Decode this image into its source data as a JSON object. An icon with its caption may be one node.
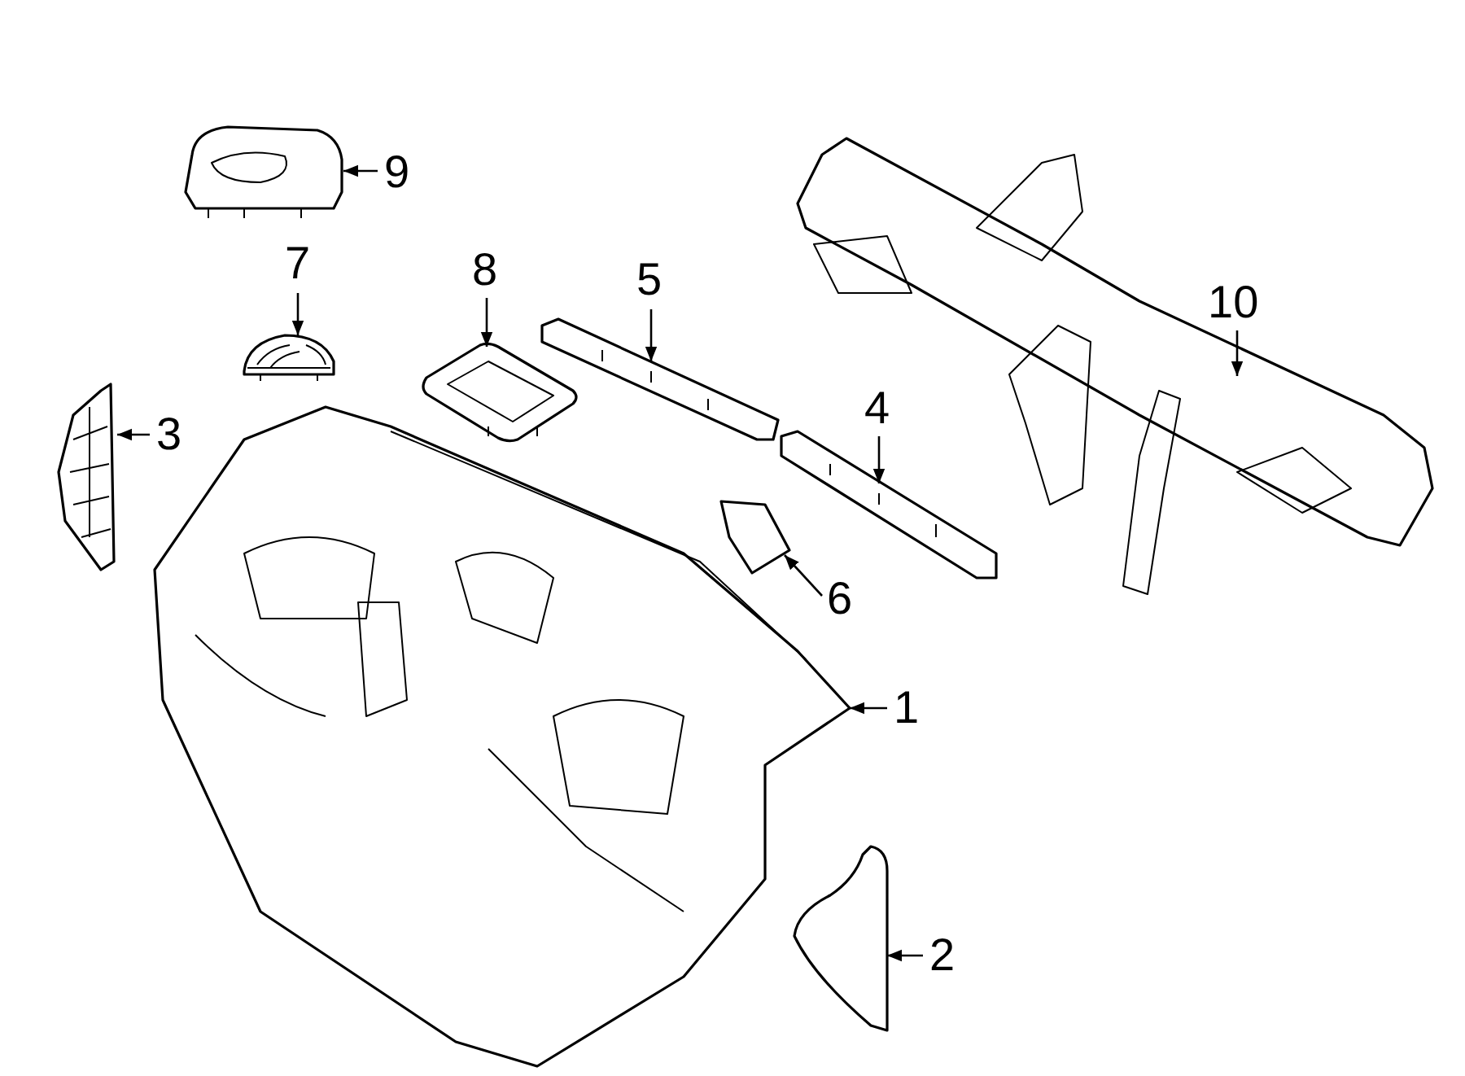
{
  "diagram": {
    "nodes": [
      {
        "text": [
          "9"
        ]
      },
      {
        "text": [],
        "shape": "picture"
      },
      {
        "text": [
          "7"
        ]
      },
      {
        "text": [],
        "shape": "picture"
      },
      {
        "text": [
          "8"
        ]
      },
      {
        "text": [],
        "shape": "picture"
      },
      {
        "text": [
          "5"
        ]
      },
      {
        "text": [],
        "shape": "picture"
      },
      {
        "text": [
          "10"
        ]
      },
      {
        "text": [],
        "shape": "picture"
      },
      {
        "text": [
          "3"
        ]
      },
      {
        "text": [],
        "shape": "picture"
      },
      {
        "text": [
          "4"
        ]
      },
      {
        "text": [],
        "shape": "picture"
      },
      {
        "text": [
          "6"
        ]
      },
      {
        "text": [],
        "shape": "picture"
      },
      {
        "text": [
          "1"
        ]
      },
      {
        "text": [],
        "shape": "picture"
      },
      {
        "text": [
          "2"
        ]
      },
      {
        "text": [],
        "shape": "picture"
      }
    ],
    "edges": [
      {
        "from": 0,
        "to": 1,
        "arrow": "to"
      },
      {
        "from": 2,
        "to": 3,
        "arrow": "to"
      },
      {
        "from": 4,
        "to": 5,
        "arrow": "to"
      },
      {
        "from": 6,
        "to": 7,
        "arrow": "to"
      },
      {
        "from": 8,
        "to": 9,
        "arrow": "to"
      },
      {
        "from": 10,
        "to": 11,
        "arrow": "to"
      },
      {
        "from": 12,
        "to": 13,
        "arrow": "to"
      },
      {
        "from": 14,
        "to": 15,
        "arrow": "to"
      },
      {
        "from": 16,
        "to": 17,
        "arrow": "to"
      },
      {
        "from": 18,
        "to": 19,
        "arrow": "to"
      }
    ]
  }
}
